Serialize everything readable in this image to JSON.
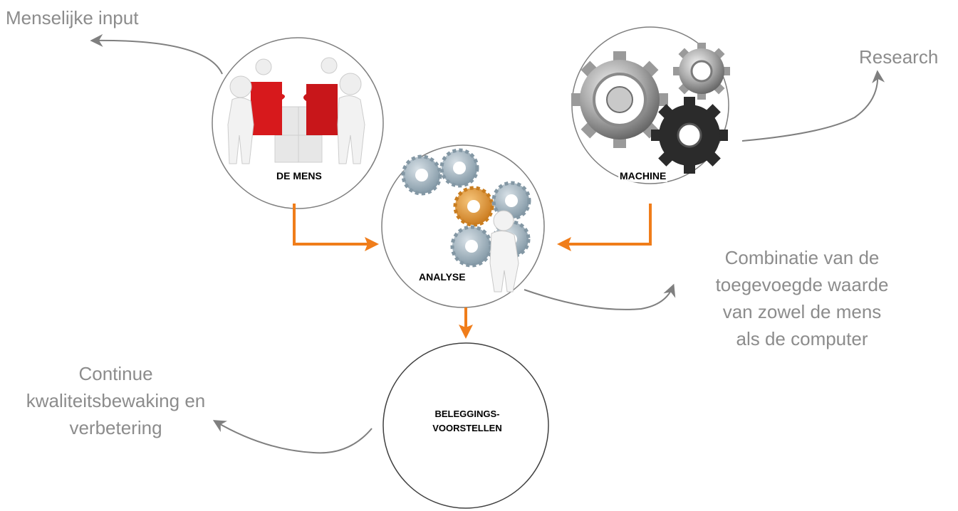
{
  "nodes": {
    "de_mens": {
      "label": "DE MENS",
      "icon": "people-with-puzzle-icon"
    },
    "machine": {
      "label": "MACHINE",
      "icon": "gears-icon"
    },
    "analyse": {
      "label": "ANALYSE",
      "icon": "person-with-gears-icon"
    },
    "beleggings": {
      "label_line1": "BELEGGINGS-",
      "label_line2": "VOORSTELLEN"
    }
  },
  "annotations": {
    "menselijke_input": "Menselijke input",
    "research": "Research",
    "combinatie": {
      "line1": "Combinatie van de",
      "line2": "toegevoegde waarde",
      "line3": "van zowel de mens",
      "line4": "als de computer"
    },
    "continue": {
      "line1": "Continue",
      "line2": "kwaliteitsbewaking en",
      "line3": "verbetering"
    }
  },
  "colors": {
    "flow_arrow": "#f07d1a",
    "annotation_arrow": "#7f7f7f",
    "annotation_text": "#8c8c8c",
    "circle_border": "#7f7f7f",
    "puzzle_red": "#d7191c",
    "gear_gray": "#8fa3b0",
    "gear_orange": "#e0962a",
    "gear_dark": "#2b2b2b"
  }
}
